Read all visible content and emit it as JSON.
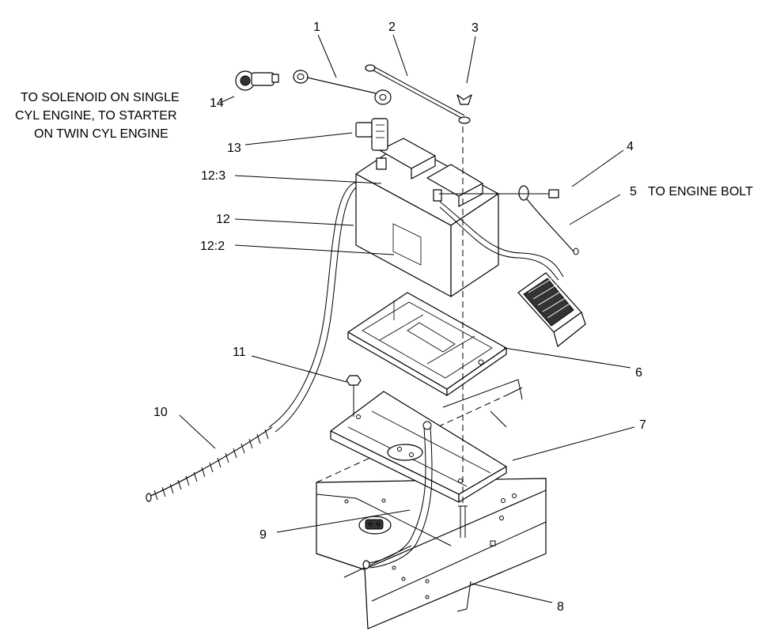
{
  "callouts": {
    "c1": "1",
    "c2": "2",
    "c3": "3",
    "c4": "4",
    "c5": "5",
    "c6": "6",
    "c7": "7",
    "c8": "8",
    "c9": "9",
    "c10": "10",
    "c11": "11",
    "c12": "12",
    "c12_2": "12:2",
    "c12_3": "12:3",
    "c13": "13",
    "c14": "14"
  },
  "notes": {
    "solenoid_line1": "TO SOLENOID ON SINGLE",
    "solenoid_line2": "CYL ENGINE, TO STARTER",
    "solenoid_line3": "ON TWIN CYL ENGINE",
    "engine_bolt": "TO ENGINE BOLT"
  }
}
